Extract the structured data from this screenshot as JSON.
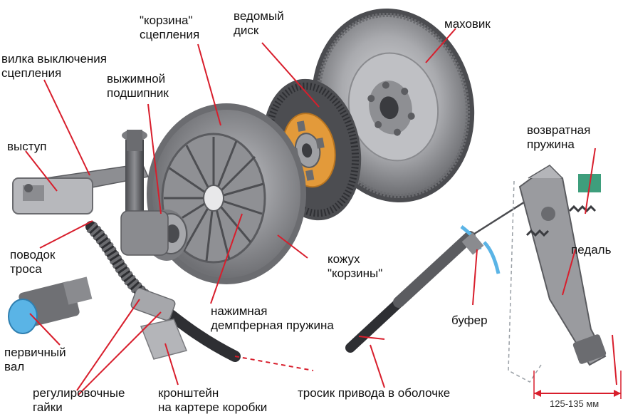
{
  "labels": {
    "korzina_scepleniya": [
      "\"корзина\"",
      "сцепления"
    ],
    "vedomyi_disk": [
      "ведомый",
      "диск"
    ],
    "mahovik": "маховик",
    "vilka_vyklyucheniya": [
      "вилка выключения",
      "сцепления"
    ],
    "vyzhimnoi_podshipnik": [
      "выжимной",
      "подшипник"
    ],
    "vystup": "выступ",
    "vozvratnaya_pruzhina": [
      "возвратная",
      "пружина"
    ],
    "povodok_trosa": [
      "поводок",
      "троса"
    ],
    "kozhuh_korziny": [
      "кожух",
      "\"корзины\""
    ],
    "pedal": "педаль",
    "pervichnyi_val": [
      "первичный",
      "вал"
    ],
    "nazhimnaya_pruzhina": [
      "нажимная",
      "демпферная пружина"
    ],
    "bufer": "буфер",
    "reguliruyushchie_gaiki": [
      "регулировочные",
      "гайки"
    ],
    "kronshtein": [
      "кронштейн",
      "на картере коробки"
    ],
    "trosik_privoda": "тросик привода в оболочке",
    "pedal_travel": "125-135 мм"
  },
  "colors": {
    "leader_line": "#d81e2c",
    "metal_dark": "#5e5f63",
    "metal_mid": "#8c8d92",
    "metal_light": "#c9cace",
    "friction_orange": "#e39a3a",
    "shaft_blue": "#5ab4e6",
    "pedal_gray": "#9a9b9f",
    "outline_dash": "#9aa0a6"
  },
  "icons": [
    "clutch-cover",
    "driven-disk",
    "flywheel",
    "release-fork",
    "release-bearing",
    "input-shaft",
    "cable-sheath",
    "clutch-pedal",
    "return-spring",
    "buffer"
  ]
}
